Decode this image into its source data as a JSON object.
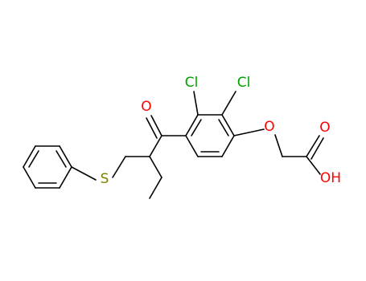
{
  "molecule": {
    "atoms": {
      "cl_left": {
        "label": "Cl",
        "color": "#00a000"
      },
      "cl_right": {
        "label": "Cl",
        "color": "#00a000"
      },
      "ketone_o": {
        "label": "O",
        "color": "#ff0000"
      },
      "ether_o": {
        "label": "O",
        "color": "#ff0000"
      },
      "acid_carbonyl_o": {
        "label": "O",
        "color": "#ff0000"
      },
      "acid_oh": {
        "label": "OH",
        "color": "#ff0000"
      },
      "sulfur": {
        "label": "S",
        "color": "#808000"
      }
    },
    "bond_color": "#000000",
    "background": "#ffffff"
  }
}
